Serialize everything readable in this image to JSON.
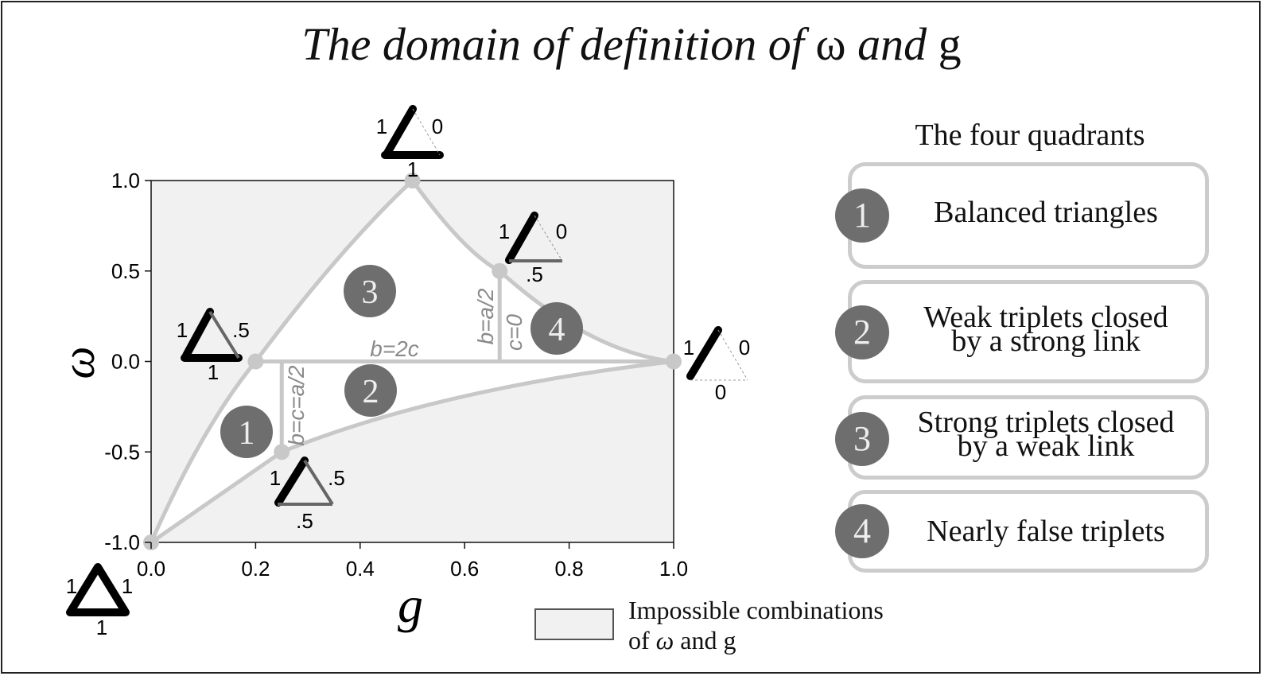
{
  "title": {
    "prefix": "The domain of definition of",
    "omega": "ω",
    "and": "and",
    "g": "g"
  },
  "plot": {
    "x_label": "g",
    "y_label": "ω",
    "x_ticks": [
      "0.0",
      "0.2",
      "0.4",
      "0.6",
      "0.8",
      "1.0"
    ],
    "y_ticks": [
      "1.0",
      "0.5",
      "0.0",
      "-0.5",
      "-1.0"
    ],
    "xlim": [
      0,
      1
    ],
    "ylim": [
      -1,
      1
    ],
    "region_numbers": [
      "1",
      "2",
      "3",
      "4"
    ],
    "line_labels": {
      "horizontal": "b=2c",
      "vertical_left": "b=c=a/2",
      "vertical_right_1": "b=a/2",
      "vertical_right_2": "c=0"
    },
    "key_points": [
      {
        "g": 0.0,
        "w": -1.0
      },
      {
        "g": 0.2,
        "w": 0.0
      },
      {
        "g": 0.25,
        "w": -0.5
      },
      {
        "g": 0.5,
        "w": 1.0
      },
      {
        "g": 0.667,
        "w": 0.5
      },
      {
        "g": 1.0,
        "w": 0.0
      }
    ],
    "triangle_labels": {
      "top": {
        "left": "1",
        "right": "0",
        "bottom": "1"
      },
      "upper_right": {
        "left": "1",
        "right": "0",
        "bottom": ".5"
      },
      "left_mid": {
        "left": "1",
        "right": ".5",
        "bottom": "1"
      },
      "lower_mid": {
        "left": "1",
        "right": ".5",
        "bottom": ".5"
      },
      "right_mid": {
        "left": "1",
        "right": "0",
        "bottom": "0"
      },
      "bottom_left": {
        "left": "1",
        "right": "1",
        "bottom": "1"
      }
    },
    "colors": {
      "impossible_region": "#f1f1f1",
      "curve": "#c8c8c8",
      "badge": "#6e6e6e"
    }
  },
  "quadrants": {
    "heading": "The four quadrants",
    "items": [
      {
        "number": "1",
        "line1": "Balanced triangles",
        "line2": ""
      },
      {
        "number": "2",
        "line1": "Weak triplets closed",
        "line2": "by a strong link"
      },
      {
        "number": "3",
        "line1": "Strong triplets closed",
        "line2": "by a weak link"
      },
      {
        "number": "4",
        "line1": "Nearly false triplets",
        "line2": ""
      }
    ]
  },
  "legend": {
    "line1": "Impossible combinations",
    "line2_pre": "of",
    "line2_omega": "ω",
    "line2_post": "and g"
  }
}
